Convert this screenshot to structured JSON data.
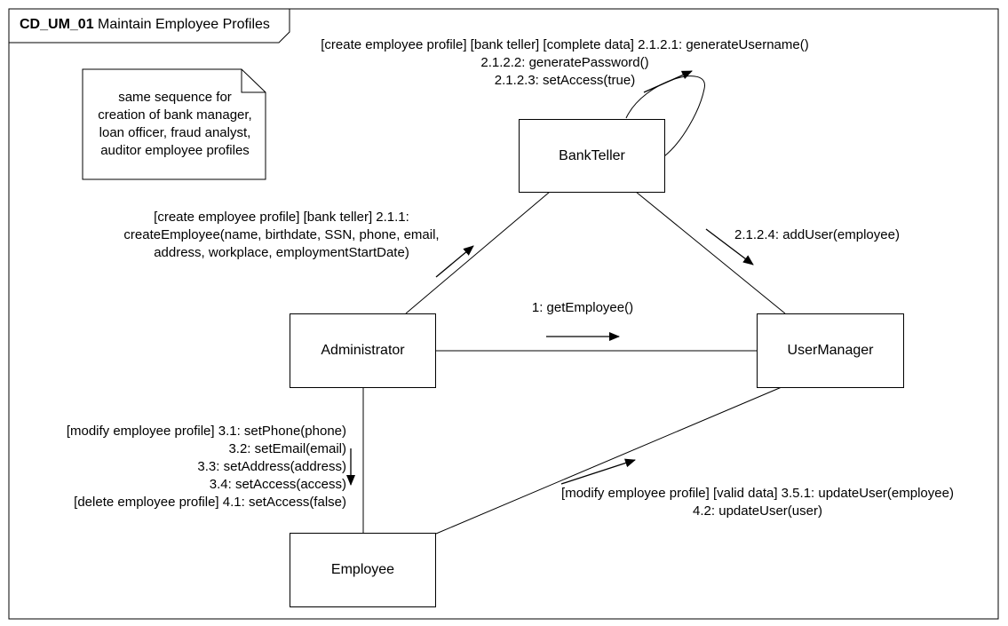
{
  "frame": {
    "id": "CD_UM_01",
    "title": "Maintain Employee Profiles"
  },
  "note": {
    "lines": [
      "same sequence for",
      "creation of bank manager,",
      "loan officer, fraud analyst,",
      "auditor employee profiles"
    ]
  },
  "objects": {
    "bank_teller": "BankTeller",
    "administrator": "Administrator",
    "user_manager": "UserManager",
    "employee": "Employee"
  },
  "messages": {
    "self_teller": [
      "[create employee profile] [bank teller] [complete data] 2.1.2.1: generateUsername()",
      "2.1.2.2: generatePassword()",
      "2.1.2.3: setAccess(true)"
    ],
    "admin_to_teller": [
      "[create employee profile] [bank teller] 2.1.1:",
      "createEmployee(name, birthdate, SSN, phone, email,",
      "address, workplace, employmentStartDate)"
    ],
    "teller_to_usermanager": "2.1.2.4: addUser(employee)",
    "admin_to_usermanager": "1: getEmployee()",
    "admin_to_employee": [
      "[modify employee profile] 3.1: setPhone(phone)",
      "3.2: setEmail(email)",
      "3.3: setAddress(address)",
      "3.4: setAccess(access)",
      "[delete employee profile] 4.1: setAccess(false)"
    ],
    "employee_to_usermanager": [
      "[modify employee profile] [valid data] 3.5.1: updateUser(employee)",
      "4.2: updateUser(user)"
    ]
  }
}
